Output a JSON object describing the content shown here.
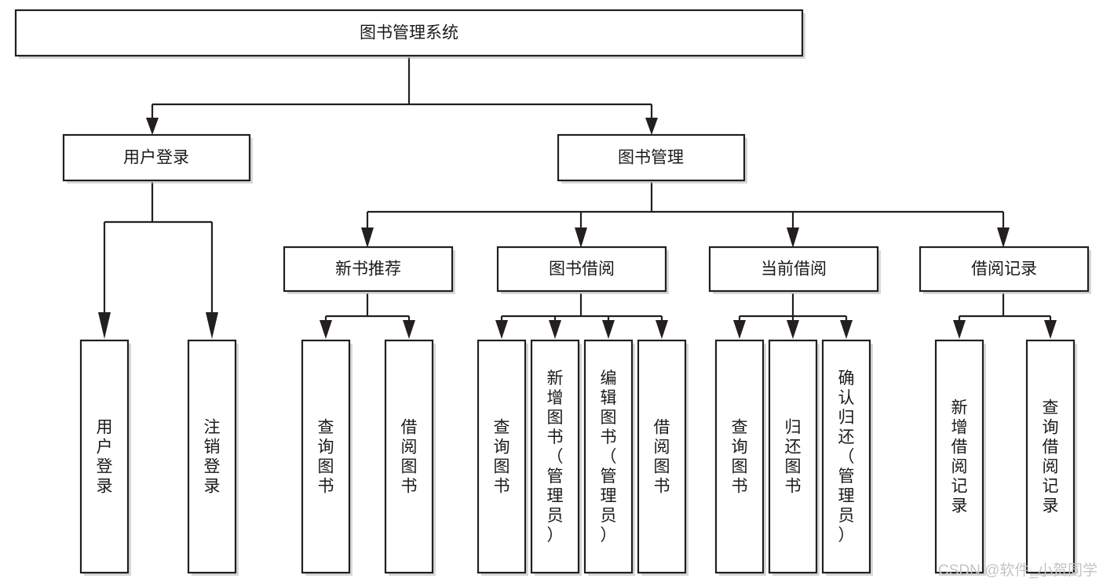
{
  "diagram": {
    "title": "图书管理系统",
    "type": "tree-hierarchy-diagram",
    "orientation": "top-down",
    "watermark": "CSDN @软件_小贺同学",
    "colors": {
      "stroke": "#231f20",
      "fill": "#ffffff",
      "text": "#1a1a1a",
      "shadow": "#b8b8b8",
      "watermark": "#c4c4c4",
      "background": "#ffffff"
    }
  },
  "nodes": {
    "root": {
      "id": "root",
      "label": "图书管理系统",
      "level": 0,
      "orientation": "horizontal"
    },
    "l1": [
      {
        "id": "user-login",
        "label": "用户登录",
        "level": 1,
        "orientation": "horizontal"
      },
      {
        "id": "book-management",
        "label": "图书管理",
        "level": 1,
        "orientation": "horizontal"
      }
    ],
    "l2": [
      {
        "id": "new-book-recommend",
        "label": "新书推荐",
        "level": 2,
        "orientation": "horizontal",
        "parent": "book-management"
      },
      {
        "id": "book-borrow",
        "label": "图书借阅",
        "level": 2,
        "orientation": "horizontal",
        "parent": "book-management"
      },
      {
        "id": "current-borrow",
        "label": "当前借阅",
        "level": 2,
        "orientation": "horizontal",
        "parent": "book-management"
      },
      {
        "id": "borrow-record",
        "label": "借阅记录",
        "level": 2,
        "orientation": "horizontal",
        "parent": "book-management"
      }
    ],
    "leaves": [
      {
        "id": "leaf-user-login",
        "label": "用户登录",
        "parent": "user-login",
        "orientation": "vertical"
      },
      {
        "id": "leaf-user-logout",
        "label": "注销登录",
        "parent": "user-login",
        "orientation": "vertical"
      },
      {
        "id": "leaf-query-book-recommend",
        "label": "查询图书",
        "parent": "new-book-recommend",
        "orientation": "vertical"
      },
      {
        "id": "leaf-borrow-book-recommend",
        "label": "借阅图书",
        "parent": "new-book-recommend",
        "orientation": "vertical"
      },
      {
        "id": "leaf-query-book-borrow",
        "label": "查询图书",
        "parent": "book-borrow",
        "orientation": "vertical"
      },
      {
        "id": "leaf-add-book",
        "label": "新增图书（管理员）",
        "parent": "book-borrow",
        "orientation": "vertical"
      },
      {
        "id": "leaf-edit-book",
        "label": "编辑图书（管理员）",
        "parent": "book-borrow",
        "orientation": "vertical"
      },
      {
        "id": "leaf-borrow-book",
        "label": "借阅图书",
        "parent": "book-borrow",
        "orientation": "vertical"
      },
      {
        "id": "leaf-query-book-current",
        "label": "查询图书",
        "parent": "current-borrow",
        "orientation": "vertical"
      },
      {
        "id": "leaf-return-book",
        "label": "归还图书",
        "parent": "current-borrow",
        "orientation": "vertical"
      },
      {
        "id": "leaf-confirm-return",
        "label": "确认归还（管理员）",
        "parent": "current-borrow",
        "orientation": "vertical"
      },
      {
        "id": "leaf-add-borrow-record",
        "label": "新增借阅记录",
        "parent": "borrow-record",
        "orientation": "vertical"
      },
      {
        "id": "leaf-query-borrow-record",
        "label": "查询借阅记录",
        "parent": "borrow-record",
        "orientation": "vertical"
      }
    ]
  }
}
